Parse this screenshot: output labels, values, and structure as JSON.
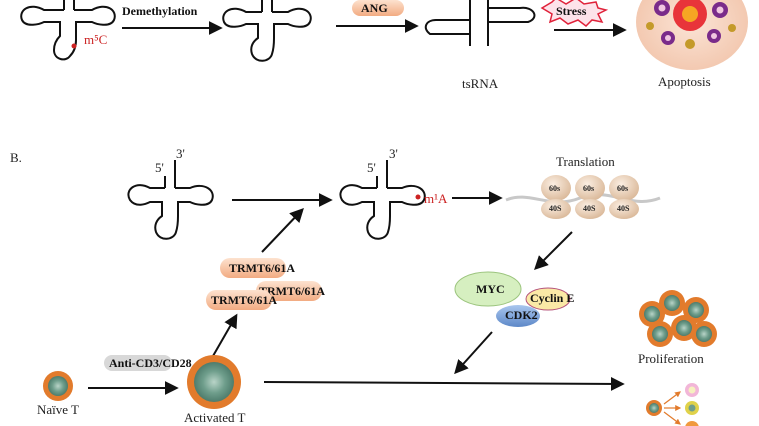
{
  "panel_a": {
    "demethylation_label": "Demethylation",
    "m5c_label": "m⁵C",
    "ang_label": "ANG",
    "stress_label": "Stress",
    "tsrna_label": "tsRNA",
    "apoptosis_label": "Apoptosis"
  },
  "panel_b": {
    "panel_letter": "B.",
    "five_prime_1": "5'",
    "three_prime_1": "3'",
    "five_prime_2": "5'",
    "three_prime_2": "3'",
    "m1a_label": "m¹A",
    "translation_label": "Translation",
    "ribosome_large": "60s",
    "ribosome_small": "40S",
    "trmt_labels": [
      "TRMT6/61A",
      "TRMT6/61A",
      "TRMT6/61A"
    ],
    "myc_label": "MYC",
    "cyclin_label": "Cyclin E",
    "cdk2_label": "CDK2",
    "anti_cd_label": "Anti-CD3/CD28",
    "naive_label": "Naïve T",
    "activated_label": "Activated T",
    "proliferation_label": "Proliferation"
  },
  "colors": {
    "accent_red": "#cc2222",
    "trmt_fill": "#f7c5a4",
    "myc_fill": "#d6efc0",
    "cyclin_fill": "#fbe9a6",
    "cdk2_fill": "#7ea6de",
    "cell_outer": "#e27b2c",
    "cell_inner": "#6f9e8c",
    "ribosome_fill": "#e9d3bf"
  }
}
